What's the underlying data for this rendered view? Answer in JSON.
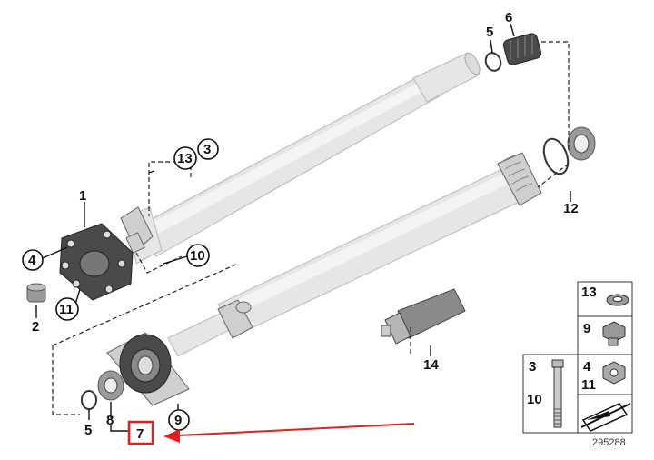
{
  "callouts": {
    "c1": "1",
    "c2": "2",
    "c3": "3",
    "c4": "4",
    "c5a": "5",
    "c5b": "5",
    "c6": "6",
    "c7": "7",
    "c8": "8",
    "c9": "9",
    "c10": "10",
    "c11": "11",
    "c12": "12",
    "c13": "13",
    "c14": "14"
  },
  "legend": {
    "r13": "13",
    "r9": "9",
    "r3": "3",
    "r10": "10",
    "r4": "4",
    "r11": "11"
  },
  "diagram_id": "295288",
  "colors": {
    "highlight": "#e02020",
    "ink": "#111111"
  }
}
